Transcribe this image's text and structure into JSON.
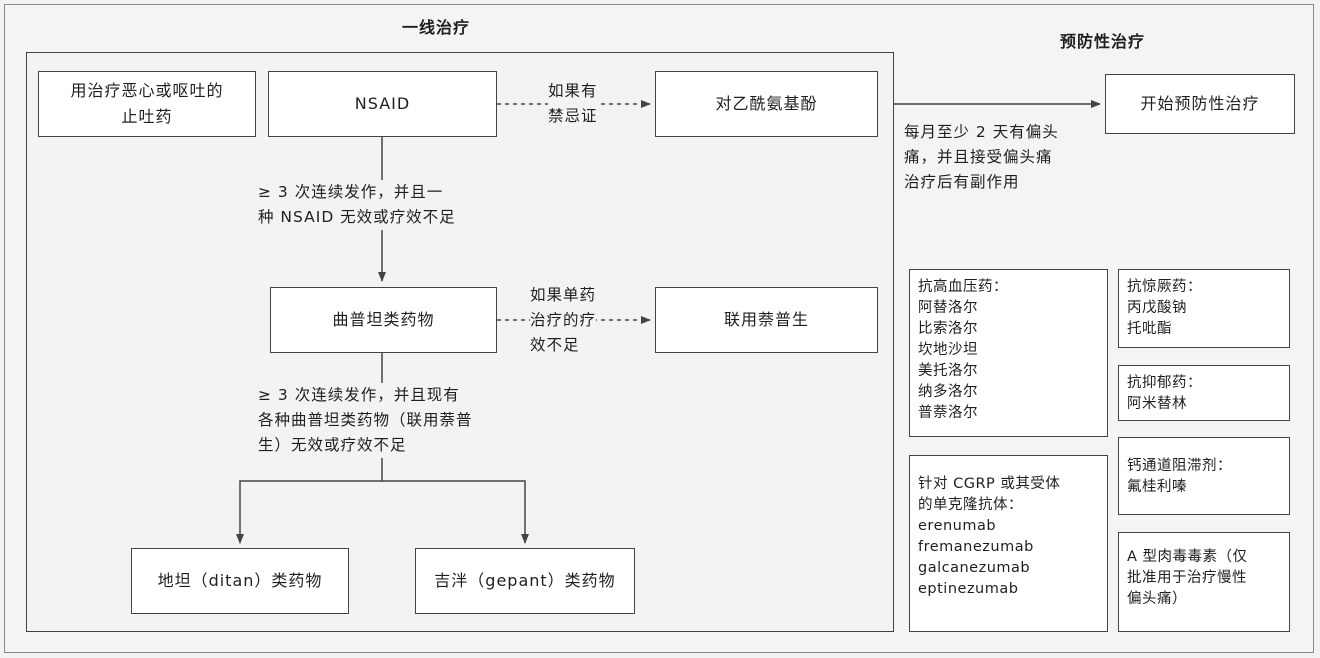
{
  "titles": {
    "first_line": "一线治疗",
    "preventive": "预防性治疗"
  },
  "first_line_boxes": {
    "antiemetic": [
      "用治疗恶心或呕吐的",
      "止吐药"
    ],
    "nsaid": "NSAID",
    "acetaminophen": "对乙酰氨基酚",
    "triptan": "曲普坦类药物",
    "naproxen_combo": "联用萘普生",
    "ditan": "地坦（ditan）类药物",
    "gepant": "吉泮（gepant）类药物"
  },
  "edge_labels": {
    "contraindication": [
      "如果有",
      "禁忌证"
    ],
    "nsaid_failure": [
      "≥ 3 次连续发作，并且一",
      "种 NSAID 无效或疗效不足"
    ],
    "monotherapy_insufficient": [
      "如果单药",
      "治疗的疗",
      "效不足"
    ],
    "triptan_failure": [
      "≥ 3 次连续发作，并且现有",
      "各种曲普坦类药物（联用萘普",
      "生）无效或疗效不足"
    ],
    "preventive_criteria": [
      "每月至少 2 天有偏头",
      "痛，并且接受偏头痛",
      "治疗后有副作用"
    ]
  },
  "preventive": {
    "start": "开始预防性治疗",
    "antihypertensives": [
      "抗高血压药：",
      "阿替洛尔",
      "比索洛尔",
      "坎地沙坦",
      "美托洛尔",
      "纳多洛尔",
      "普萘洛尔"
    ],
    "anticonvulsants": [
      "抗惊厥药：",
      "丙戊酸钠",
      "托吡酯"
    ],
    "antidepressants": [
      "抗抑郁药：",
      "阿米替林"
    ],
    "calcium_blockers": [
      "钙通道阻滞剂：",
      "氟桂利嗪"
    ],
    "cgrp_mab": [
      "针对 CGRP 或其受体",
      "的单克隆抗体：",
      "erenumab",
      "fremanezumab",
      "galcanezumab",
      "eptinezumab"
    ],
    "botox": [
      "A 型肉毒毒素（仅",
      "批准用于治疗慢性",
      "偏头痛）"
    ]
  },
  "colors": {
    "line": "#444444",
    "box_fill": "#ffffff",
    "background": "#f2f2f2"
  }
}
